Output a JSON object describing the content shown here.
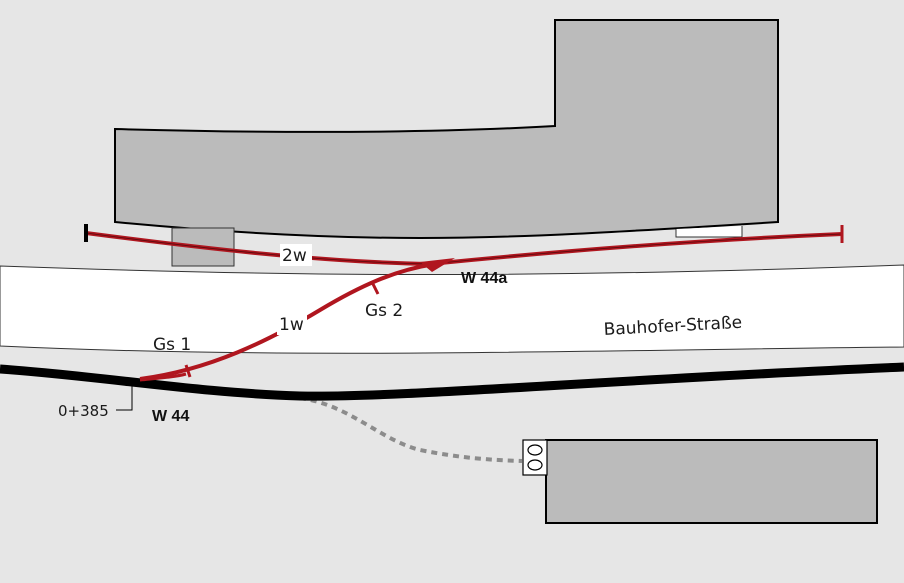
{
  "map": {
    "street_name": "Bauhofer-Straße",
    "tracks": [
      {
        "id": "track-2w",
        "label": "2w"
      },
      {
        "id": "track-1w",
        "label": "1w"
      }
    ],
    "switches": [
      {
        "id": "switch-w44a",
        "label": "W 44a"
      },
      {
        "id": "switch-w44",
        "label": "W 44"
      }
    ],
    "signals": [
      {
        "id": "signal-gs1",
        "label": "Gs 1"
      },
      {
        "id": "signal-gs2",
        "label": "Gs 2"
      }
    ],
    "chainage": "0+385",
    "colors": {
      "background": "#e6e6e6",
      "road": "#ffffff",
      "building": "#bbbbbb",
      "track_siding": "#b0161f",
      "main_line": "#000000",
      "dashed_line": "#8c8c8c"
    }
  }
}
